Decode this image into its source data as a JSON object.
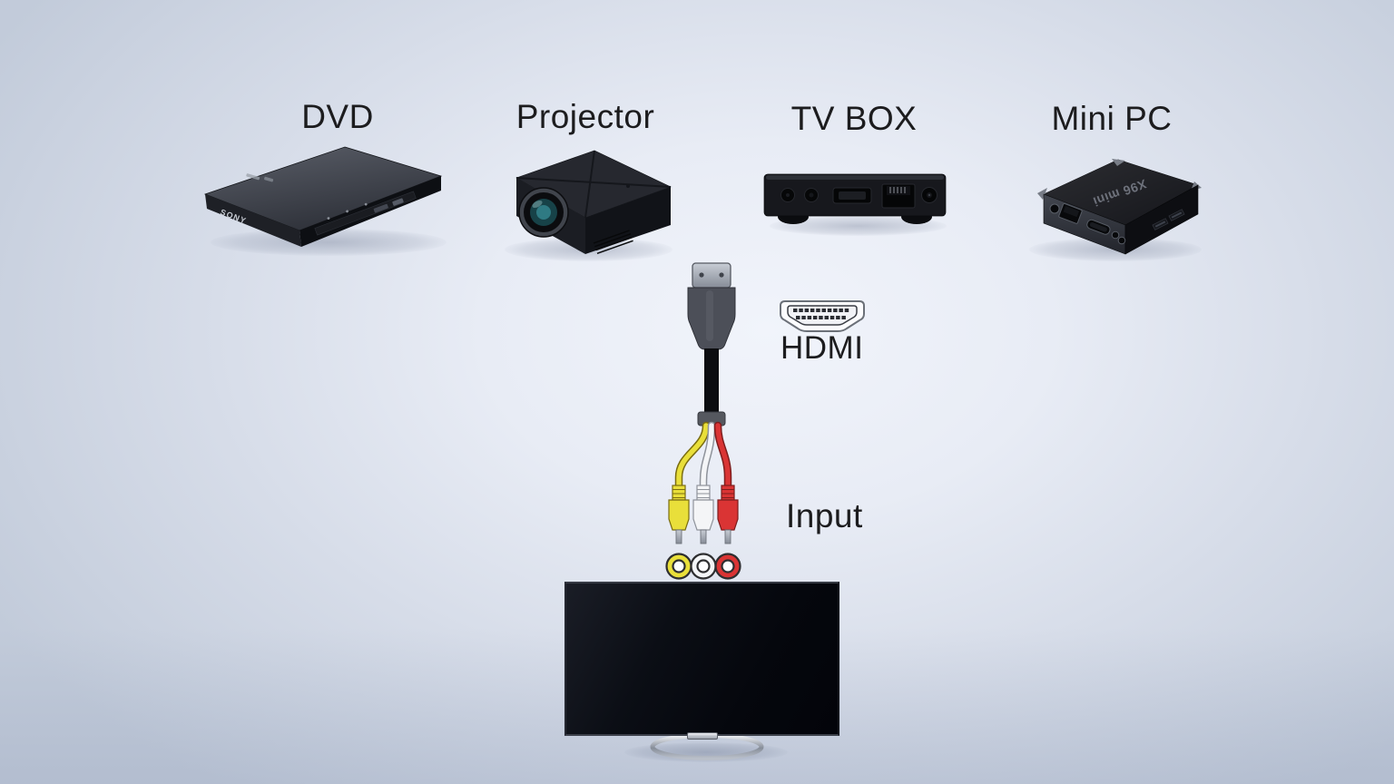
{
  "diagram": {
    "source_devices": [
      {
        "label": "DVD",
        "brand": "SONY"
      },
      {
        "label": "Projector"
      },
      {
        "label": "TV BOX"
      },
      {
        "label": "Mini PC",
        "brand": "X96 mini"
      }
    ],
    "connector": {
      "hdmi_label": "HDMI",
      "input_label": "Input",
      "rca_plugs": [
        {
          "name": "composite-video",
          "color": "#e9df3a"
        },
        {
          "name": "audio-left",
          "color": "#f4f5f7"
        },
        {
          "name": "audio-right",
          "color": "#da3434"
        }
      ]
    },
    "output_device": {
      "name": "tv"
    }
  },
  "colors": {
    "background_center": "#f1f4fb",
    "background_edge": "#c2cbda",
    "label_text": "#1c1c1e",
    "cable_black": "#0c0d10"
  }
}
